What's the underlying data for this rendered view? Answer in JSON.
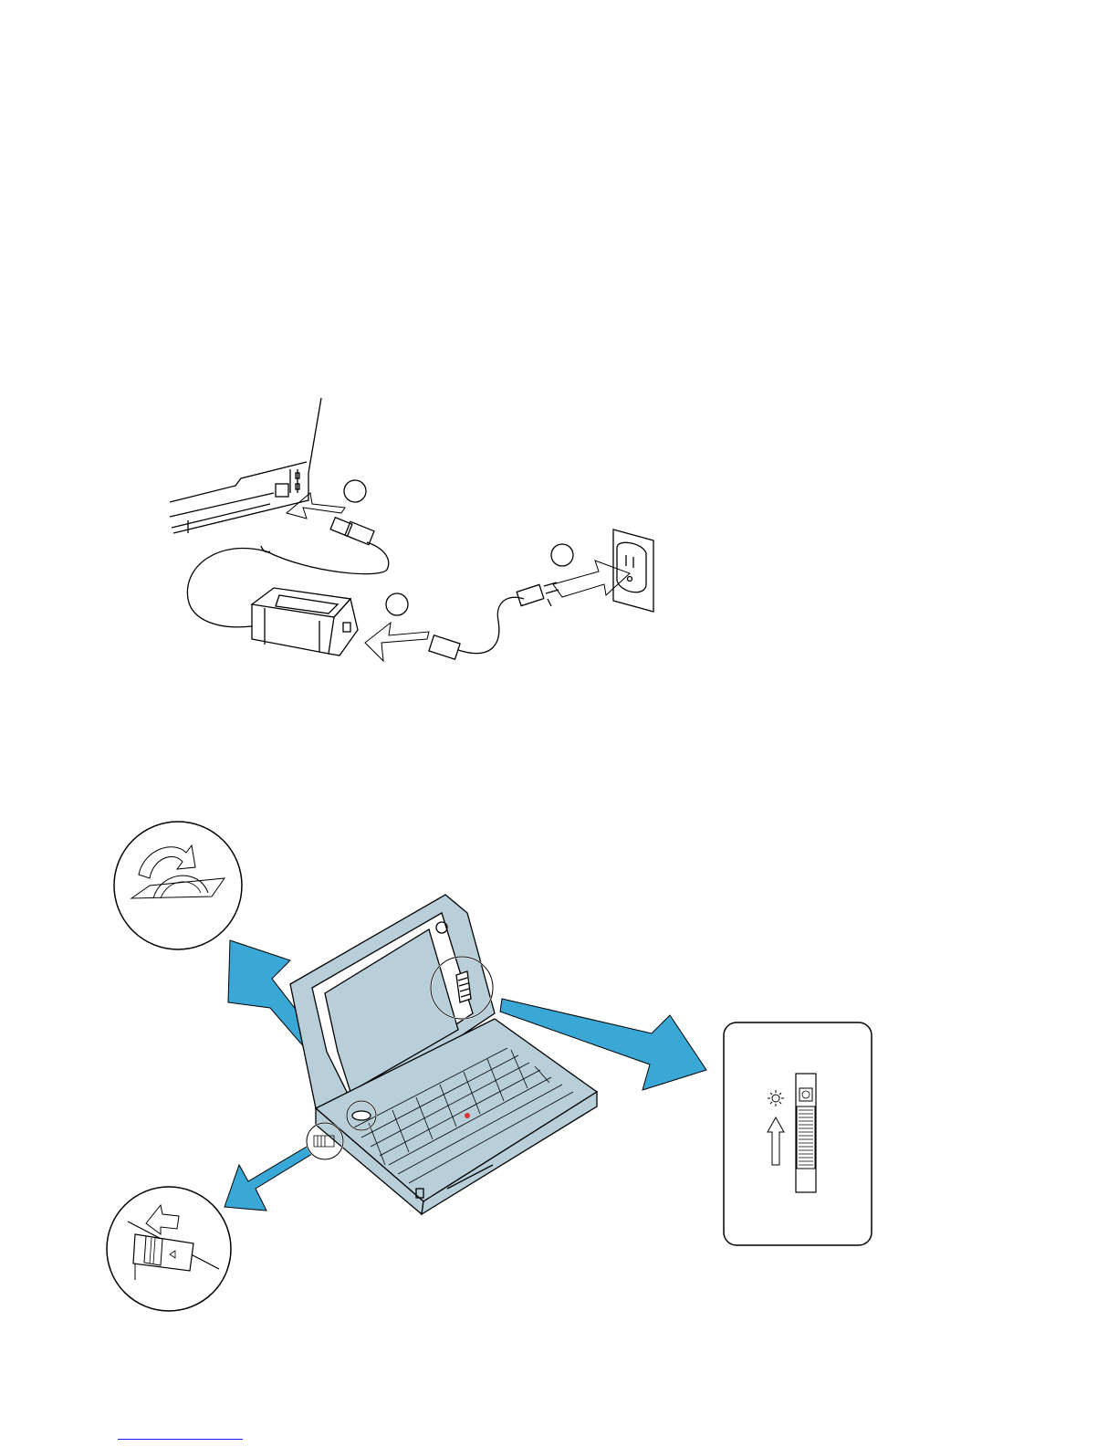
{
  "colors": {
    "accent": "#3aa8d6",
    "screen": "#b8cfd9",
    "line": "#000000",
    "paper": "#ffffff"
  },
  "figures": {
    "power_connection": {
      "step_markers": [
        "",
        "",
        ""
      ]
    },
    "laptop_controls": {
      "callouts": [
        "rotate-dial-callout",
        "brightness-slider-callout",
        "latch-switch-callout"
      ]
    }
  }
}
